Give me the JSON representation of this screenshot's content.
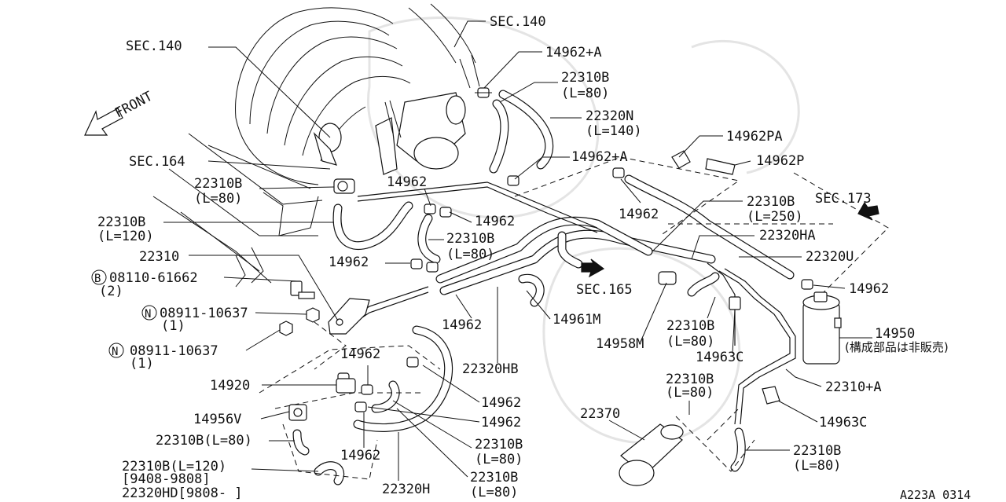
{
  "labels": {
    "sec140_top": "SEC.140",
    "sec140_left": "SEC.140",
    "p14962a_top": "14962+A",
    "p22310b_1": "22310B",
    "p22310b_1_len": "(L=80)",
    "p22320n": "22320N",
    "p22320n_len": "(L=140)",
    "front": "FRONT",
    "p14962pa": "14962PA",
    "p14962a_mid": "14962+A",
    "p14962p": "14962P",
    "sec164": "SEC.164",
    "p22310b_2": "22310B",
    "p22310b_2_len": "(L=80)",
    "p14962_a": "14962",
    "p22310b_250": "22310B",
    "p22310b_250_len": "(L=250)",
    "sec173": "SEC.173",
    "p22310b_120": "22310B",
    "p22310b_120_len": "(L=120)",
    "p14962_b": "14962",
    "p14962_c": "14962",
    "p22310b_3": "22310B",
    "p22310b_3_len": "(L=80)",
    "p22320ha": "22320HA",
    "p22310": "22310",
    "p22320u": "22320U",
    "p14962_d": "14962",
    "bolt_code": "08110-61662",
    "bolt_qty": "(2)",
    "bolt_circle": "B",
    "sec165": "SEC.165",
    "p14962_e": "14962",
    "nut1_code": "08911-10637",
    "nut1_qty": "(1)",
    "nut1_circle": "N",
    "p14961m": "14961M",
    "p14962_f": "14962",
    "p22310b_4": "22310B",
    "p22310b_4_len": "(L=80)",
    "p14950": "14950",
    "p14950_note": "(構成部品は非販売)",
    "nut2_code": "08911-10637",
    "nut2_qty": "(1)",
    "nut2_circle": "N",
    "p14958m": "14958M",
    "p14963c_a": "14963C",
    "p14962_g": "14962",
    "p22320hb": "22320HB",
    "p22310b_5": "22310B",
    "p22310b_5_len": "(L=80)",
    "p14920": "14920",
    "p22310a": "22310+A",
    "p14962_h": "14962",
    "p14956v": "14956V",
    "p14962_i": "14962",
    "p14963c_b": "14963C",
    "p22370": "22370",
    "p22310b_l80": "22310B(L=80)",
    "p22310b_6": "22310B",
    "p22310b_6_len": "(L=80)",
    "p22310b_7": "22310B",
    "p22310b_7_len": "(L=80)",
    "p14962_j": "14962",
    "p22310b_l120": "22310B(L=120)",
    "range_1": "[9408-9808]",
    "p22320hd": "22320HD[9808-  ]",
    "p22320h": "22320H",
    "p22310b_8": "22310B",
    "p22310b_8_len": "(L=80)",
    "figure_code": "A223A 0314"
  }
}
